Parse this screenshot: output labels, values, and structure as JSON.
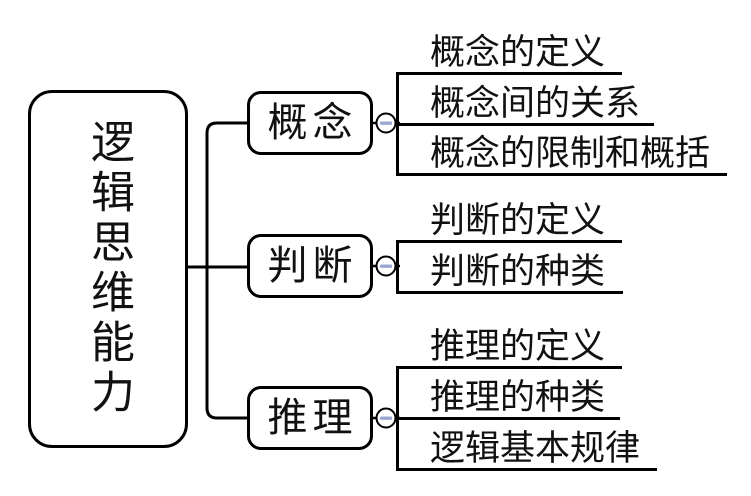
{
  "diagram": {
    "type": "mindmap",
    "background_color": "#ffffff",
    "line_color": "#000000",
    "collapse_minus_color": "#9aa8d4",
    "root": {
      "label": "逻辑思维能力"
    },
    "branches": [
      {
        "label": "概念",
        "collapse_state": "expanded",
        "children": [
          {
            "label": "概念的定义"
          },
          {
            "label": "概念间的关系"
          },
          {
            "label": "概念的限制和概括"
          }
        ]
      },
      {
        "label": "判断",
        "collapse_state": "expanded",
        "children": [
          {
            "label": "判断的定义"
          },
          {
            "label": "判断的种类"
          }
        ]
      },
      {
        "label": "推理",
        "collapse_state": "expanded",
        "children": [
          {
            "label": "推理的定义"
          },
          {
            "label": "推理的种类"
          },
          {
            "label": "逻辑基本规律"
          }
        ]
      }
    ]
  }
}
